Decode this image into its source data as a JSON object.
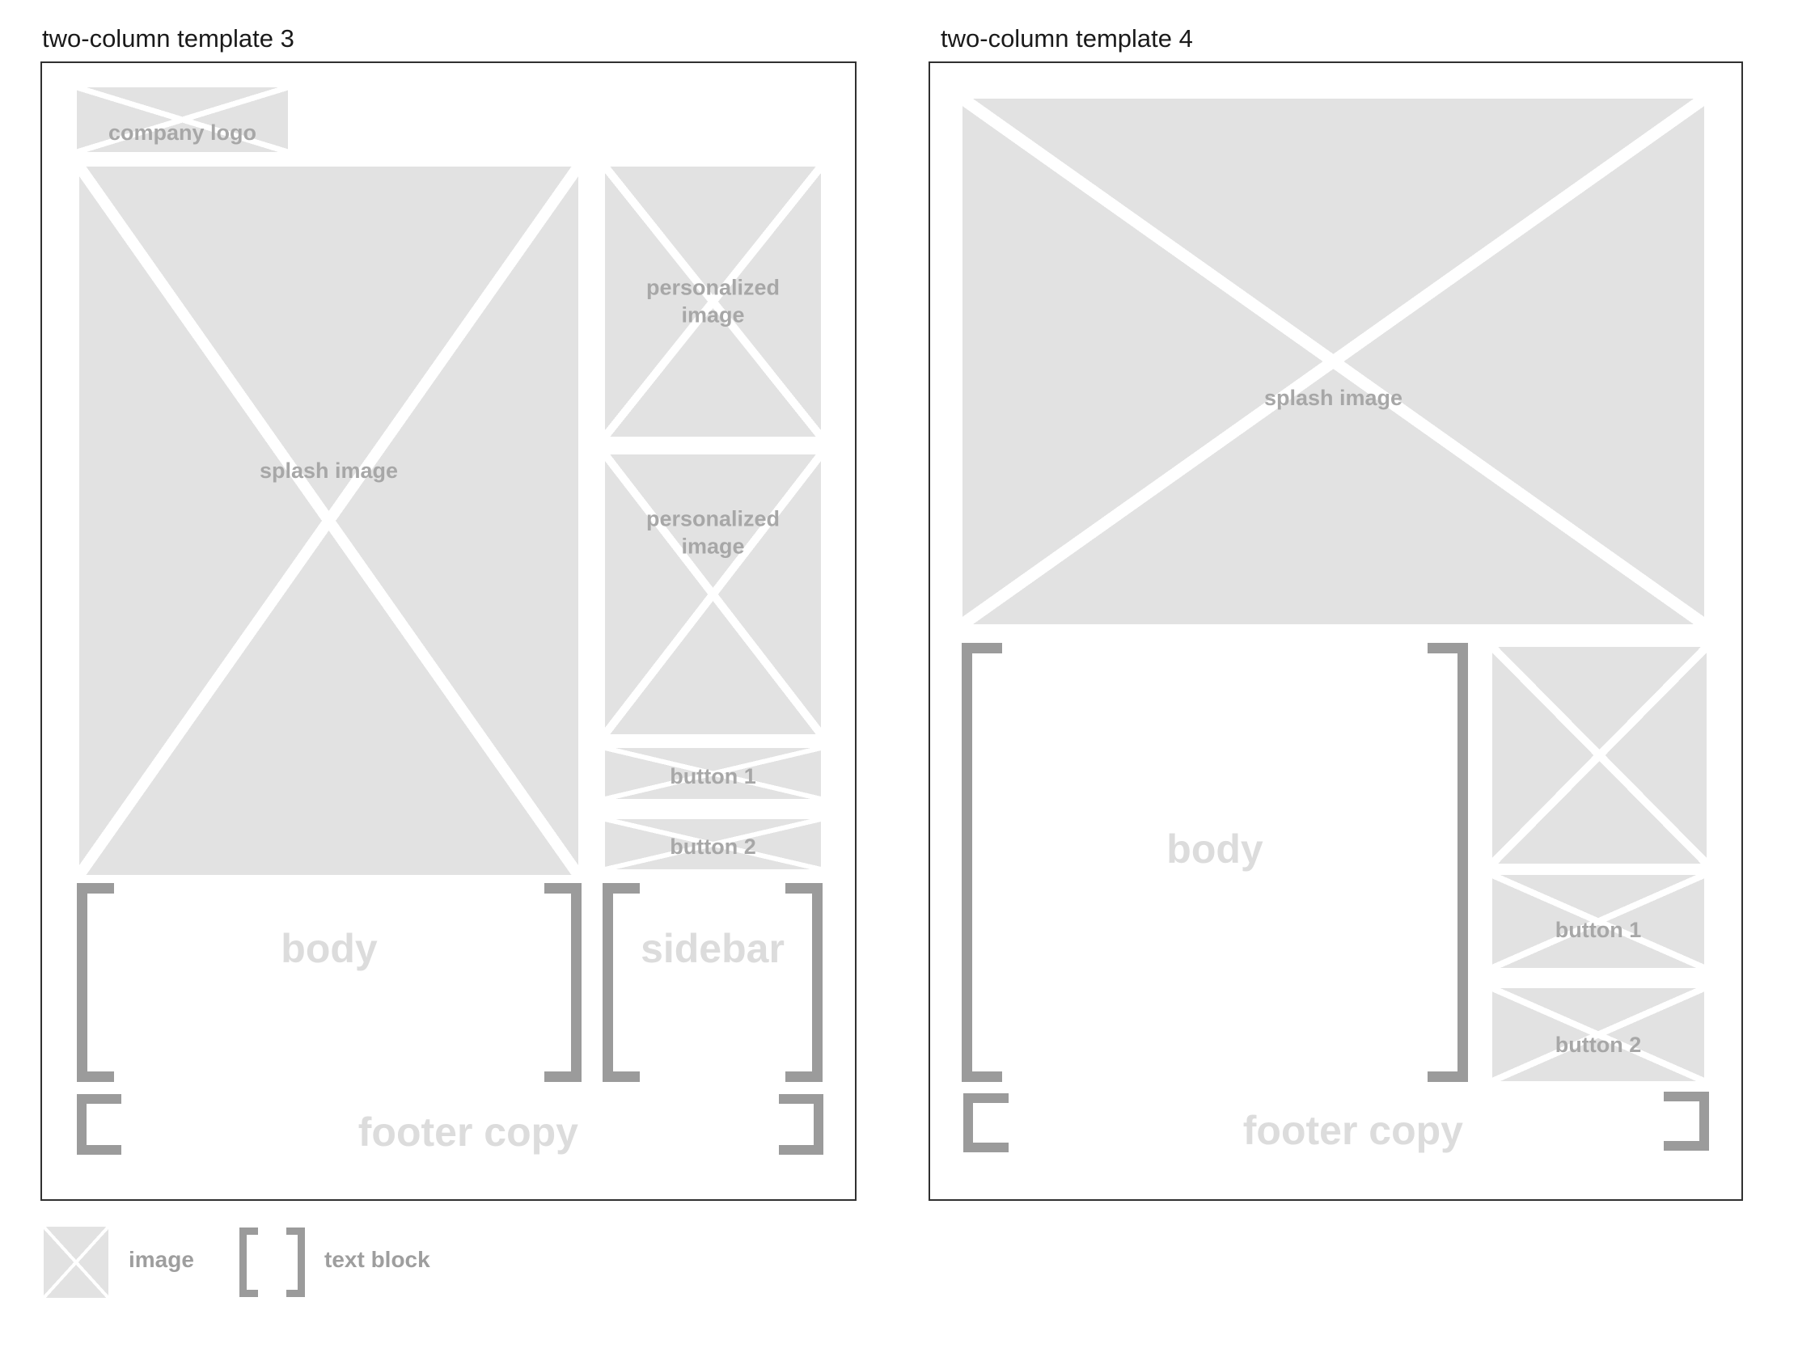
{
  "colors": {
    "box_fill": "#e2e2e2",
    "box_x_line": "#ffffff",
    "box_label_text": "#a7a7a7",
    "bracket": "#9b9b9b",
    "ghost_label_text": "#dcdcdc",
    "panel_border": "#303030",
    "title_text": "#1a1a1a"
  },
  "templates": [
    {
      "title": "two-column template 3",
      "labels": {
        "company_logo": "company logo",
        "splash": "splash image",
        "personalized_1": "personalized image",
        "personalized_2": "personalized image",
        "button_1": "button 1",
        "button_2": "button 2",
        "body": "body",
        "sidebar": "sidebar",
        "footer": "footer copy"
      }
    },
    {
      "title": "two-column template 4",
      "labels": {
        "splash": "splash image",
        "body": "body",
        "button_1": "button 1",
        "button_2": "button 2",
        "footer": "footer copy"
      }
    }
  ],
  "legend": {
    "image_label": "image",
    "text_block_label": "text block"
  }
}
